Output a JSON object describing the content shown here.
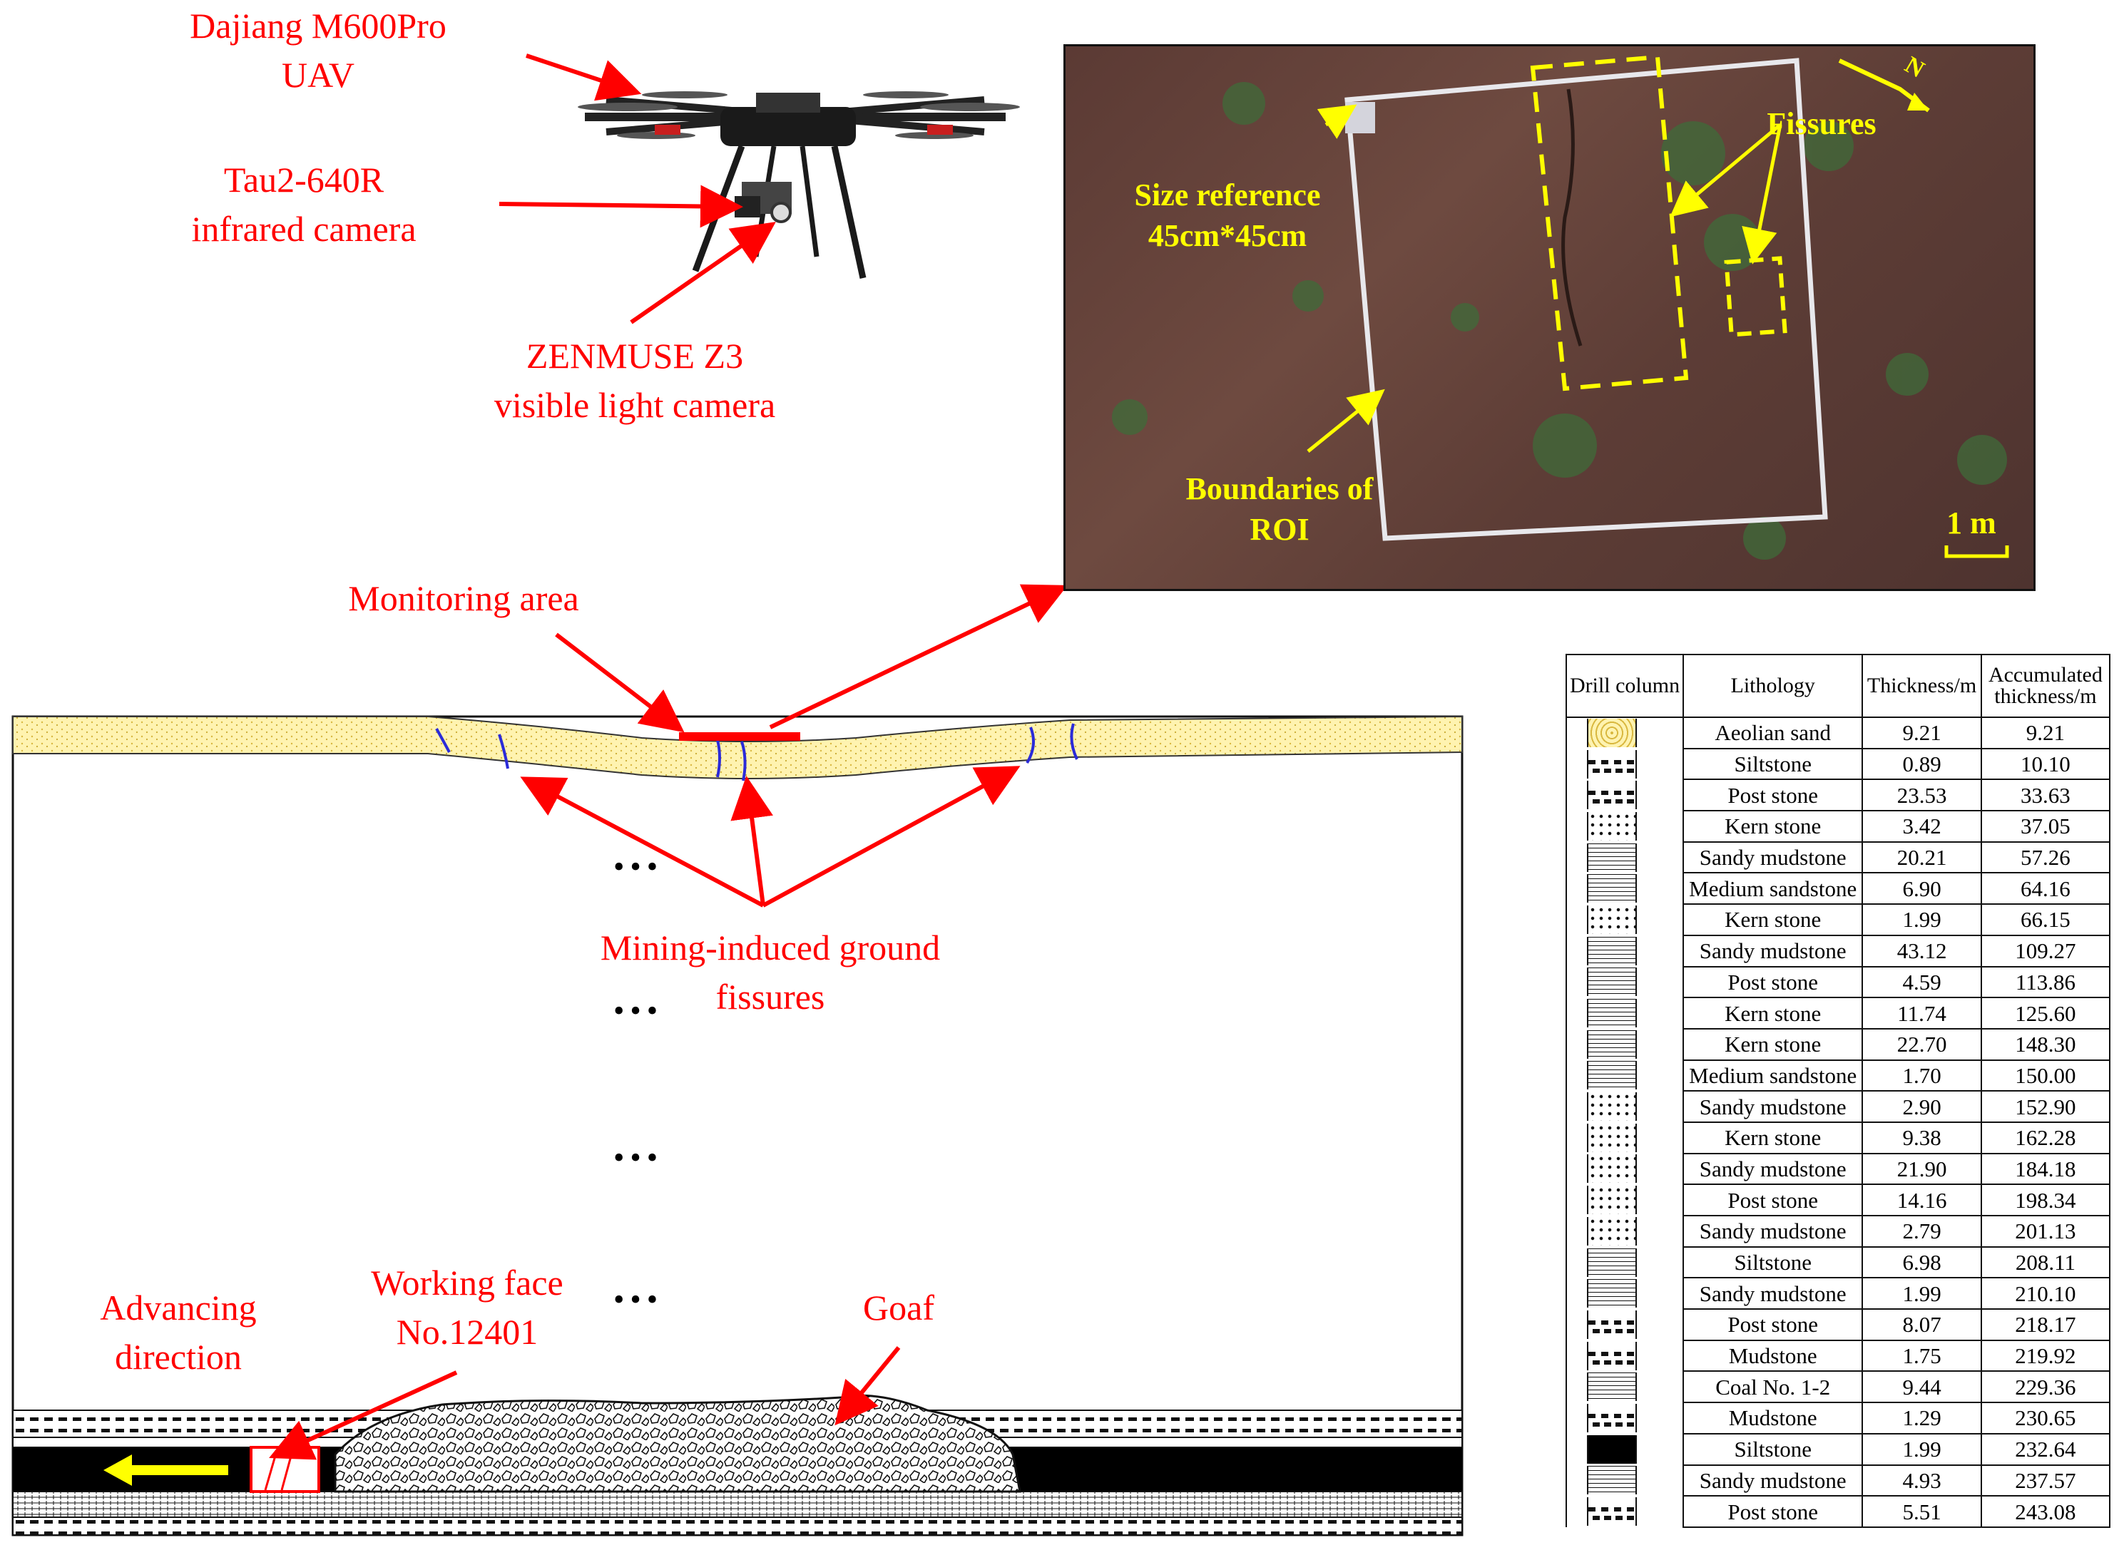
{
  "drone": {
    "uav_label": [
      "Dajiang M600Pro",
      "UAV"
    ],
    "infrared_label": [
      "Tau2-640R",
      "infrared camera"
    ],
    "visible_label": [
      "ZENMUSE Z3",
      "visible light camera"
    ]
  },
  "photo": {
    "fissures_label": "Fissures",
    "size_reference_label": [
      "Size reference",
      "45cm*45cm"
    ],
    "roi_label": [
      "Boundaries of",
      "ROI"
    ],
    "scale_label": "1 m",
    "north_label": "N"
  },
  "section": {
    "monitoring_area_label": "Monitoring area",
    "fissures_label": [
      "Mining-induced ground",
      "fissures"
    ],
    "working_face_label": [
      "Working face",
      "No.12401"
    ],
    "advancing_label": [
      "Advancing",
      "direction"
    ],
    "goaf_label": "Goaf",
    "ellipsis": "•••"
  },
  "strata_table": {
    "headers": [
      "Drill column",
      "Lithology",
      "Thickness/m",
      "Accumulated thickness/m"
    ],
    "rows": [
      [
        "Aeolian sand",
        "9.21",
        "9.21"
      ],
      [
        "Siltstone",
        "0.89",
        "10.10"
      ],
      [
        "Post stone",
        "23.53",
        "33.63"
      ],
      [
        "Kern stone",
        "3.42",
        "37.05"
      ],
      [
        "Sandy mudstone",
        "20.21",
        "57.26"
      ],
      [
        "Medium sandstone",
        "6.90",
        "64.16"
      ],
      [
        "Kern stone",
        "1.99",
        "66.15"
      ],
      [
        "Sandy mudstone",
        "43.12",
        "109.27"
      ],
      [
        "Post stone",
        "4.59",
        "113.86"
      ],
      [
        "Kern stone",
        "11.74",
        "125.60"
      ],
      [
        "Kern stone",
        "22.70",
        "148.30"
      ],
      [
        "Medium sandstone",
        "1.70",
        "150.00"
      ],
      [
        "Sandy mudstone",
        "2.90",
        "152.90"
      ],
      [
        "Kern stone",
        "9.38",
        "162.28"
      ],
      [
        "Sandy mudstone",
        "21.90",
        "184.18"
      ],
      [
        "Post stone",
        "14.16",
        "198.34"
      ],
      [
        "Sandy mudstone",
        "2.79",
        "201.13"
      ],
      [
        "Siltstone",
        "6.98",
        "208.11"
      ],
      [
        "Sandy mudstone",
        "1.99",
        "210.10"
      ],
      [
        "Post stone",
        "8.07",
        "218.17"
      ],
      [
        "Mudstone",
        "1.75",
        "219.92"
      ],
      [
        "Coal No. 1-2",
        "9.44",
        "229.36"
      ],
      [
        "Mudstone",
        "1.29",
        "230.65"
      ],
      [
        "Siltstone",
        "1.99",
        "232.64"
      ],
      [
        "Sandy mudstone",
        "4.93",
        "237.57"
      ],
      [
        "Post stone",
        "5.51",
        "243.08"
      ]
    ]
  },
  "colors": {
    "annotation": "#ff0000",
    "photo_annotation": "#ffff00",
    "sand": "#fff3b0",
    "coal": "#000000"
  }
}
